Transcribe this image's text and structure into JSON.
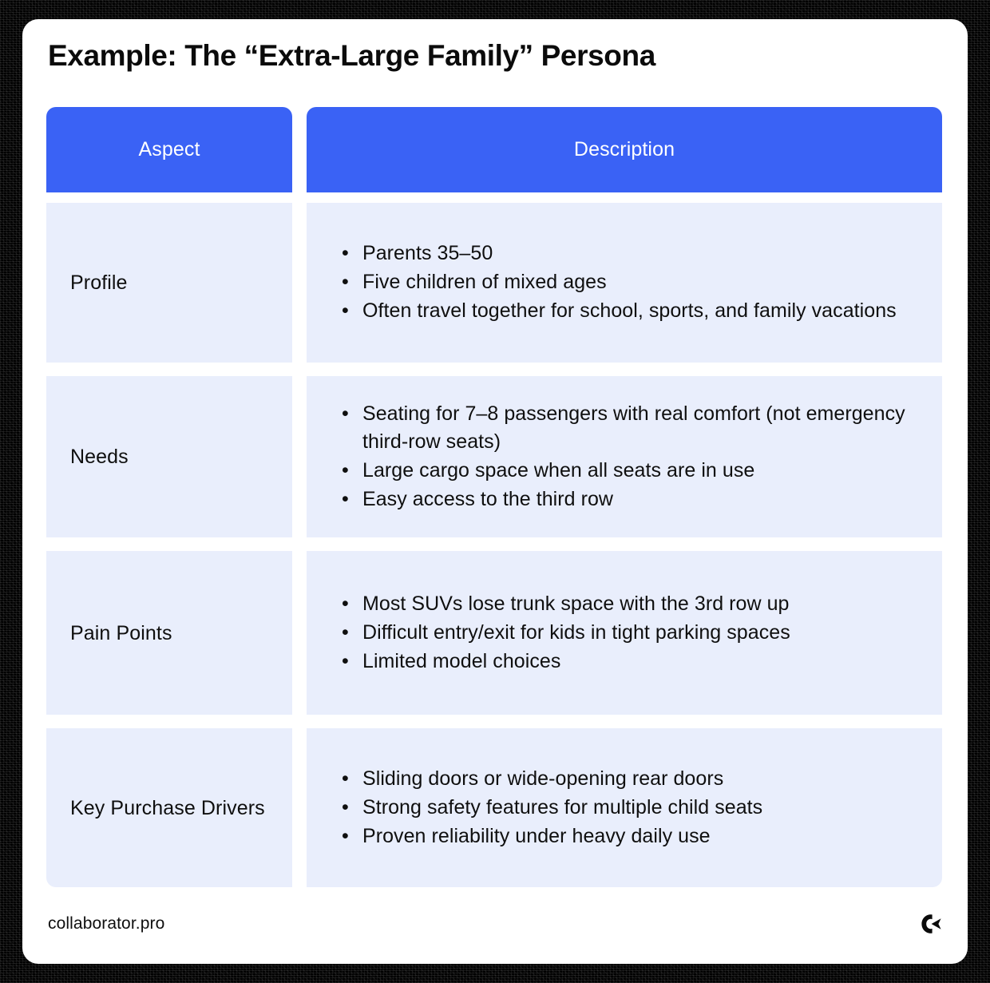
{
  "page": {
    "title": "Example: The “Extra-Large Family” Persona",
    "background_color": "#000000",
    "card_color": "#FFFFFF"
  },
  "theme": {
    "header_blue": "#3A62F5",
    "row_background": "#E9EEFC",
    "text_color": "#0F0F0F",
    "header_text_color": "#FFFFFF"
  },
  "table": {
    "headers": {
      "aspect": "Aspect",
      "description": "Description"
    },
    "rows": [
      {
        "aspect": "Profile",
        "bullet": "•",
        "items": [
          "Parents 35–50",
          "Five children of mixed ages",
          "Often travel together for school, sports, and family vacations"
        ]
      },
      {
        "aspect": "Needs",
        "bullet": "•",
        "items": [
          "Seating for 7–8 passengers with real comfort (not emergency third-row seats)",
          "Large cargo space when all seats are in use",
          "Easy access to the third row"
        ]
      },
      {
        "aspect": "Pain Points",
        "bullet": "•",
        "items": [
          "Most SUVs lose trunk space with the 3rd row up",
          "Difficult entry/exit for kids in tight parking spaces",
          "Limited model choices"
        ]
      },
      {
        "aspect": "Key Purchase Drivers",
        "bullet": "•",
        "items": [
          "Sliding doors or wide-opening rear doors",
          "Strong safety features for multiple child seats",
          "Proven reliability under heavy daily use"
        ]
      }
    ]
  },
  "footer": {
    "brand": "collaborator.pro",
    "logo_icon": "collaborator-logo-icon"
  }
}
